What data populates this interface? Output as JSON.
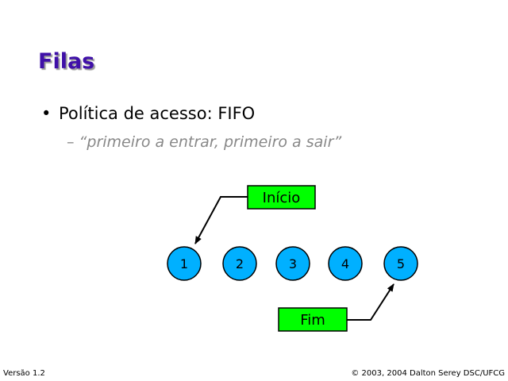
{
  "slide": {
    "title": "Filas",
    "bullet": "Política de acesso: FIFO",
    "sub_bullet_dash": "–",
    "sub_bullet": "“primeiro a entrar, primeiro a sair”"
  },
  "diagram": {
    "nodes": [
      "1",
      "2",
      "3",
      "4",
      "5"
    ],
    "start_label": "Início",
    "end_label": "Fim",
    "node_color": "#00b0ff",
    "label_color": "#00ff00"
  },
  "footer": {
    "version": "Versão 1.2",
    "copyright": "© 2003, 2004 Dalton Serey DSC/UFCG"
  }
}
